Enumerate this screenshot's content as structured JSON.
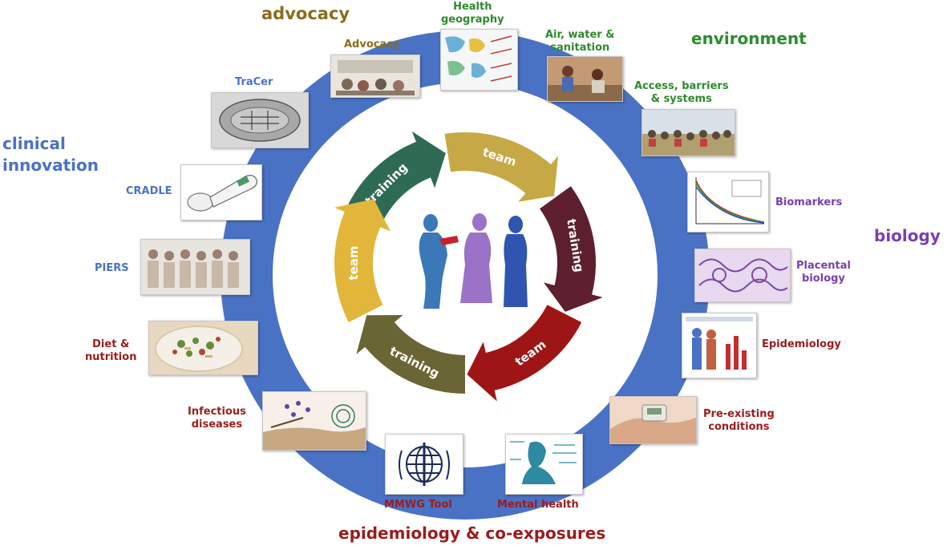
{
  "categories": {
    "advocacy": "advocacy",
    "environment": "environment",
    "clinical": "clinical\ninnovation",
    "biology": "biology",
    "epi": "epidemiology & co-exposures"
  },
  "cycle": {
    "arrows": [
      "training",
      "team",
      "training",
      "team",
      "training",
      "team"
    ]
  },
  "items": {
    "advocacy": "Advocacy",
    "health_geo": "Health\ngeography",
    "air_water": "Air, water &\nsanitation",
    "access": "Access, barriers\n& systems",
    "biomarkers": "Biomarkers",
    "placental": "Placental\nbiology",
    "epidemiology": "Epidemiology",
    "preexisting": "Pre-existing\nconditions",
    "mental": "Mental health",
    "mmwg": "MMWG Tool",
    "infectious": "Infectious\ndiseases",
    "diet": "Diet &\nnutrition",
    "piers": "PIERS",
    "cradle": "CRADLE",
    "tracer": "TraCer"
  },
  "colors": {
    "ring": "#4a72c4",
    "advocacy": "#8a6d1c",
    "environment": "#2e8b2e",
    "clinical": "#4a72c4",
    "biology": "#7a3fb0",
    "epi": "#9b1c1c",
    "arrow_dark_green": "#2f6a55",
    "arrow_gold": "#c7a846",
    "arrow_maroon": "#5e1f2f",
    "arrow_red": "#9e1515",
    "arrow_olive": "#6a6534",
    "arrow_yellow": "#e2b63a"
  },
  "icons": {
    "center": "three-women-silhouette-icon",
    "mmwg": "who-emblem-icon"
  }
}
